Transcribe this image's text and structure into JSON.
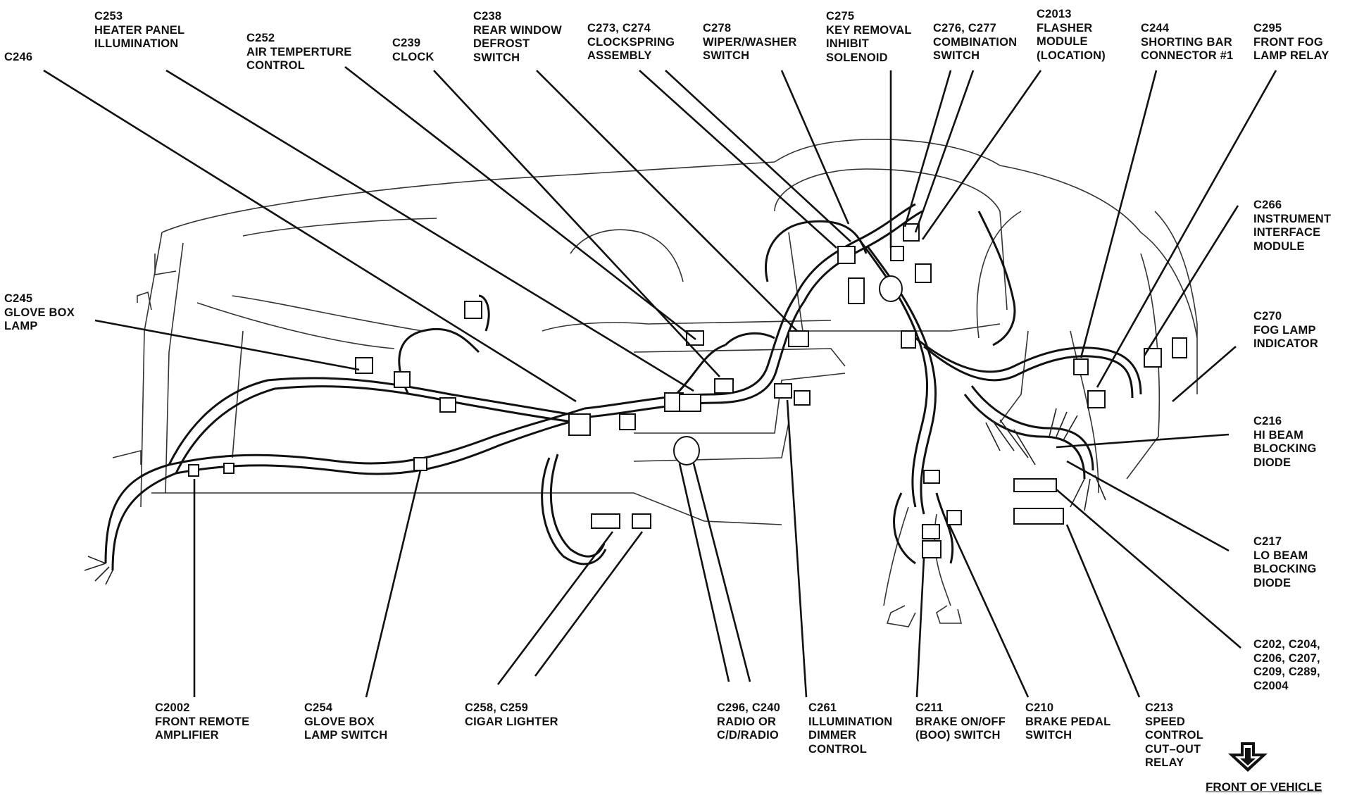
{
  "labels": [
    {
      "id": "c246",
      "lines": [
        "C246"
      ]
    },
    {
      "id": "c253",
      "lines": [
        "C253",
        "HEATER PANEL",
        "ILLUMINATION"
      ]
    },
    {
      "id": "c252",
      "lines": [
        "C252",
        "AIR TEMPERTURE",
        "CONTROL"
      ]
    },
    {
      "id": "c239",
      "lines": [
        "C239",
        "CLOCK"
      ]
    },
    {
      "id": "c238",
      "lines": [
        "C238",
        "REAR WINDOW",
        "DEFROST",
        "SWITCH"
      ]
    },
    {
      "id": "c273",
      "lines": [
        "C273, C274",
        "CLOCKSPRING",
        "ASSEMBLY"
      ]
    },
    {
      "id": "c278",
      "lines": [
        "C278",
        "WIPER/WASHER",
        "SWITCH"
      ]
    },
    {
      "id": "c275",
      "lines": [
        "C275",
        "KEY REMOVAL",
        "INHIBIT",
        "SOLENOID"
      ]
    },
    {
      "id": "c276",
      "lines": [
        "C276, C277",
        "COMBINATION",
        "SWITCH"
      ]
    },
    {
      "id": "c2013",
      "lines": [
        "C2013",
        "FLASHER",
        "MODULE",
        "(LOCATION)"
      ]
    },
    {
      "id": "c244",
      "lines": [
        "C244",
        "SHORTING BAR",
        "CONNECTOR #1"
      ]
    },
    {
      "id": "c295",
      "lines": [
        "C295",
        "FRONT FOG",
        "LAMP RELAY"
      ]
    },
    {
      "id": "c266",
      "lines": [
        "C266",
        "INSTRUMENT",
        "INTERFACE",
        "MODULE"
      ]
    },
    {
      "id": "c270",
      "lines": [
        "C270",
        "FOG LAMP",
        "INDICATOR"
      ]
    },
    {
      "id": "c216",
      "lines": [
        "C216",
        "HI BEAM",
        "BLOCKING",
        "DIODE"
      ]
    },
    {
      "id": "c217",
      "lines": [
        "C217",
        "LO BEAM",
        "BLOCKING",
        "DIODE"
      ]
    },
    {
      "id": "c202",
      "lines": [
        "C202, C204,",
        "C206, C207,",
        "C209, C289,",
        "C2004"
      ]
    },
    {
      "id": "c245",
      "lines": [
        "C245",
        "GLOVE BOX",
        "LAMP"
      ]
    },
    {
      "id": "c2002",
      "lines": [
        "C2002",
        "FRONT REMOTE",
        "AMPLIFIER"
      ]
    },
    {
      "id": "c254",
      "lines": [
        "C254",
        "GLOVE BOX",
        "LAMP SWITCH"
      ]
    },
    {
      "id": "c258",
      "lines": [
        "C258, C259",
        "CIGAR LIGHTER"
      ]
    },
    {
      "id": "c296",
      "lines": [
        "C296, C240",
        "RADIO OR",
        "C/D/RADIO"
      ]
    },
    {
      "id": "c261",
      "lines": [
        "C261",
        "ILLUMINATION",
        "DIMMER",
        "CONTROL"
      ]
    },
    {
      "id": "c211",
      "lines": [
        "C211",
        "BRAKE ON/OFF",
        "(BOO) SWITCH"
      ]
    },
    {
      "id": "c210",
      "lines": [
        "C210",
        "BRAKE PEDAL",
        "SWITCH"
      ]
    },
    {
      "id": "c213",
      "lines": [
        "C213",
        "SPEED",
        "CONTROL",
        "CUT–OUT",
        "RELAY"
      ]
    }
  ],
  "front_of_vehicle": "FRONT OF VEHICLE"
}
